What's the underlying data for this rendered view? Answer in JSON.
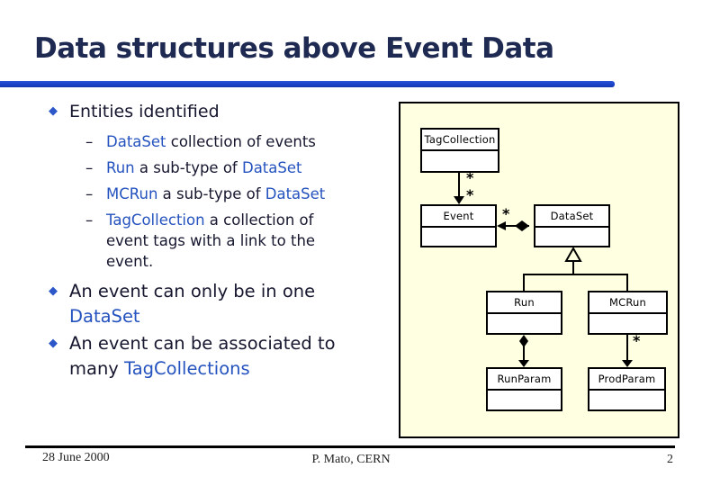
{
  "slide": {
    "title": "Data structures above Event Data"
  },
  "glyphs": {
    "bullet": "◆",
    "dash": "–"
  },
  "content": {
    "bullet1": {
      "heading": "Entities identified",
      "items": [
        {
          "term": "DataSet",
          "mid": " collection of events",
          "term2": ""
        },
        {
          "term": "Run",
          "mid": " a sub-type of ",
          "term2": "DataSet"
        },
        {
          "term": "MCRun",
          "mid": " a sub-type of ",
          "term2": "DataSet"
        },
        {
          "term": "TagCollection",
          "mid": " a collection of event tags with a link to the event.",
          "term2": ""
        }
      ]
    },
    "bullet2": {
      "pre": "An event can only be in one ",
      "term": "DataSet"
    },
    "bullet3": {
      "pre": "An event can be associated to many ",
      "term": "TagCollections"
    }
  },
  "diagram": {
    "classes": {
      "tagcollection": "TagCollection",
      "event": "Event",
      "dataset": "DataSet",
      "run": "Run",
      "mcrun": "MCRun",
      "runparam": "RunParam",
      "prodparam": "ProdParam"
    },
    "multiplicities": [
      "*",
      "*",
      "*",
      "*"
    ]
  },
  "footer": {
    "date": "28 June 2000",
    "author": "P. Mato, CERN",
    "page": "2"
  },
  "colors": {
    "title_navy": "#1f2a52",
    "rule_blue": "#1b43c9",
    "keyword_blue": "#2452be",
    "panel_yellow": "#ffffe2"
  }
}
